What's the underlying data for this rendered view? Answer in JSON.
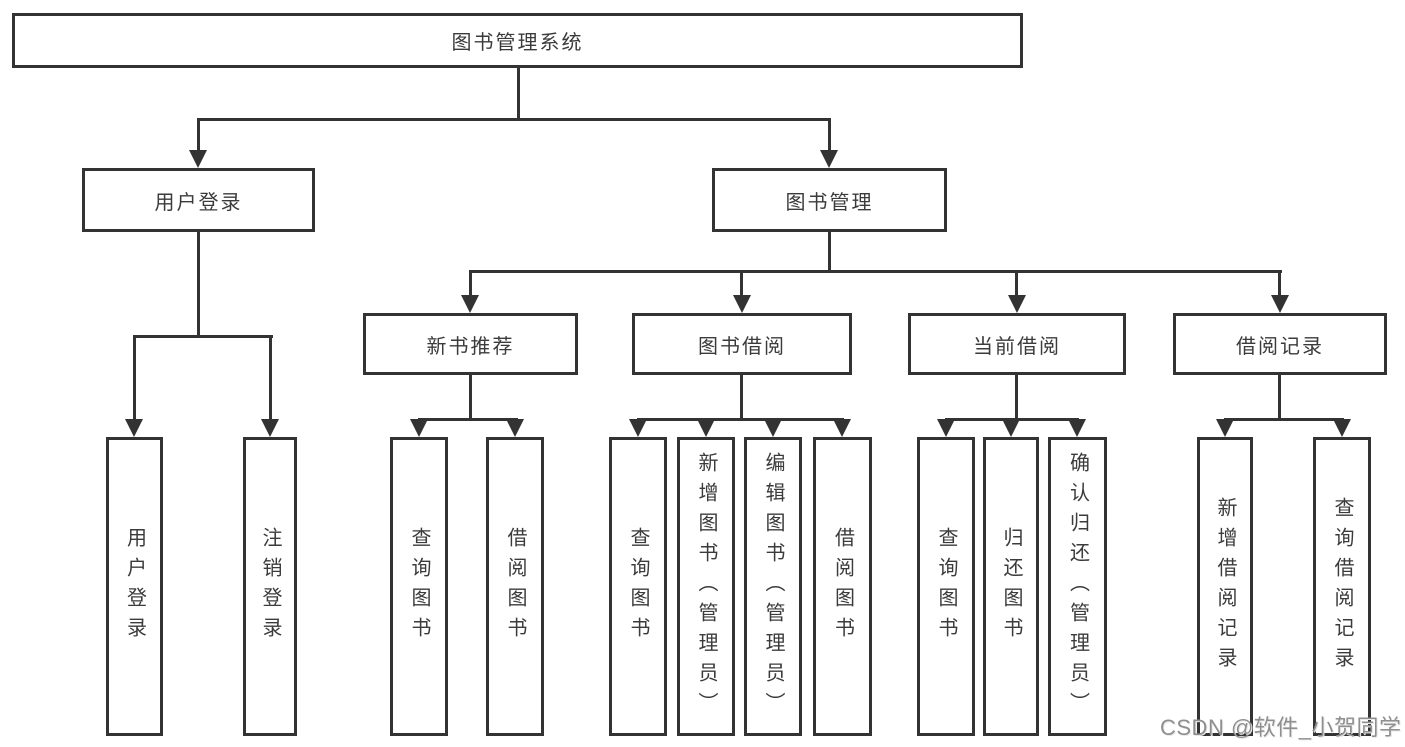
{
  "tree": {
    "root": {
      "label": "图书管理系统"
    },
    "branches": [
      {
        "label": "用户登录",
        "children": [
          {
            "label": "用户登录"
          },
          {
            "label": "注销登录"
          }
        ]
      },
      {
        "label": "图书管理",
        "groups": [
          {
            "label": "新书推荐",
            "children": [
              {
                "label": "查询图书"
              },
              {
                "label": "借阅图书"
              }
            ]
          },
          {
            "label": "图书借阅",
            "children": [
              {
                "label": "查询图书"
              },
              {
                "label": "新增图书（管理员）"
              },
              {
                "label": "编辑图书（管理员）"
              },
              {
                "label": "借阅图书"
              }
            ]
          },
          {
            "label": "当前借阅",
            "children": [
              {
                "label": "查询图书"
              },
              {
                "label": "归还图书"
              },
              {
                "label": "确认归还（管理员）"
              }
            ]
          },
          {
            "label": "借阅记录",
            "children": [
              {
                "label": "新增借阅记录"
              },
              {
                "label": "查询借阅记录"
              }
            ]
          }
        ]
      }
    ]
  },
  "watermark": {
    "text": "CSDN @软件_小贺同学"
  },
  "colors": {
    "line": "#333333",
    "text": "#3b3b3b",
    "watermark": "#8f8f8f",
    "background": "#ffffff"
  }
}
